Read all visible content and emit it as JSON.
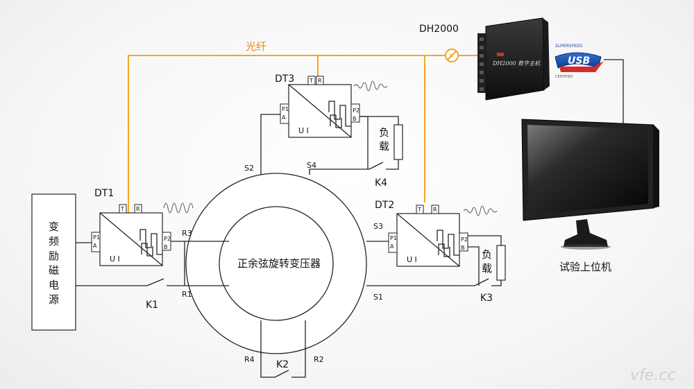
{
  "fiber_label": "光纤",
  "host": {
    "name": "DH2000",
    "device_text": "DH2000 数字主机"
  },
  "usb": {
    "top": "SUPERSPEED",
    "main": "USB",
    "sub": "CERTIFIED"
  },
  "pc_label": "试验上位机",
  "power_supply": [
    "变",
    "频",
    "励",
    "磁",
    "电",
    "源"
  ],
  "transformer_label": "正余弦旋转变压器",
  "load_label": [
    "负",
    "载"
  ],
  "modules": {
    "dt1": "DT1",
    "dt2": "DT2",
    "dt3": "DT3"
  },
  "module_ports": {
    "t": "T",
    "r": "R",
    "p2": "P2",
    "b": "B",
    "a": "A",
    "p1": "P1"
  },
  "module_symbol": "U I",
  "terminals": {
    "r1": "R1",
    "r2": "R2",
    "r3": "R3",
    "r4": "R4",
    "s1": "S1",
    "s2": "S2",
    "s3": "S3",
    "s4": "S4"
  },
  "switches": {
    "k1": "K1",
    "k2": "K2",
    "k3": "K3",
    "k4": "K4"
  },
  "watermark": "vfe.cc"
}
